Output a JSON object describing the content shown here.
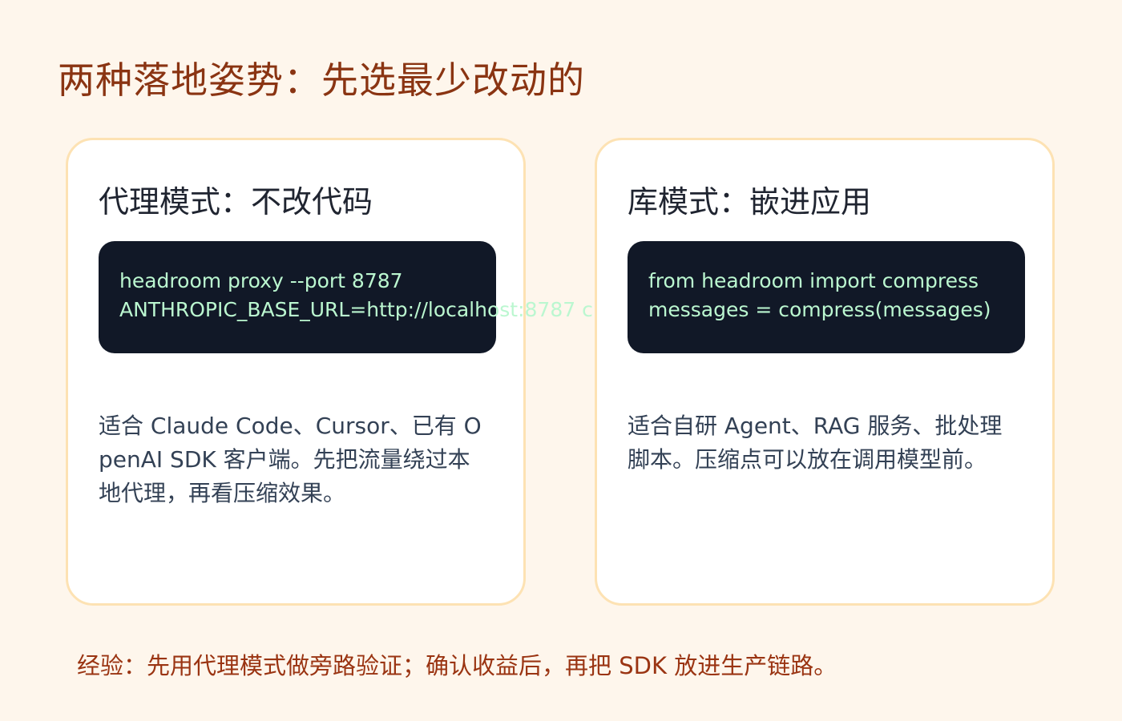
{
  "page": {
    "title": "两种落地姿势：先选最少改动的",
    "footer": "经验：先用代理模式做旁路验证；确认收益后，再把 SDK 放进生产链路。"
  },
  "cards": [
    {
      "title": "代理模式：不改代码",
      "code_lines": [
        "headroom proxy --port 8787",
        "ANTHROPIC_BASE_URL=http://localhost:8787 c"
      ],
      "description": "适合 Claude Code、Cursor、已有 OpenAI SDK 客户端。先把流量绕过本地代理，再看压缩效果。"
    },
    {
      "title": "库模式：嵌进应用",
      "code_lines": [
        "from headroom import compress",
        "messages = compress(messages)"
      ],
      "description": "适合自研 Agent、RAG 服务、批处理脚本。压缩点可以放在调用模型前。"
    }
  ],
  "colors": {
    "background": "#fef6ec",
    "accent": "#8a3412",
    "card_border": "#fde2b3",
    "code_bg": "#111827",
    "code_text": "#bbf7d0"
  }
}
